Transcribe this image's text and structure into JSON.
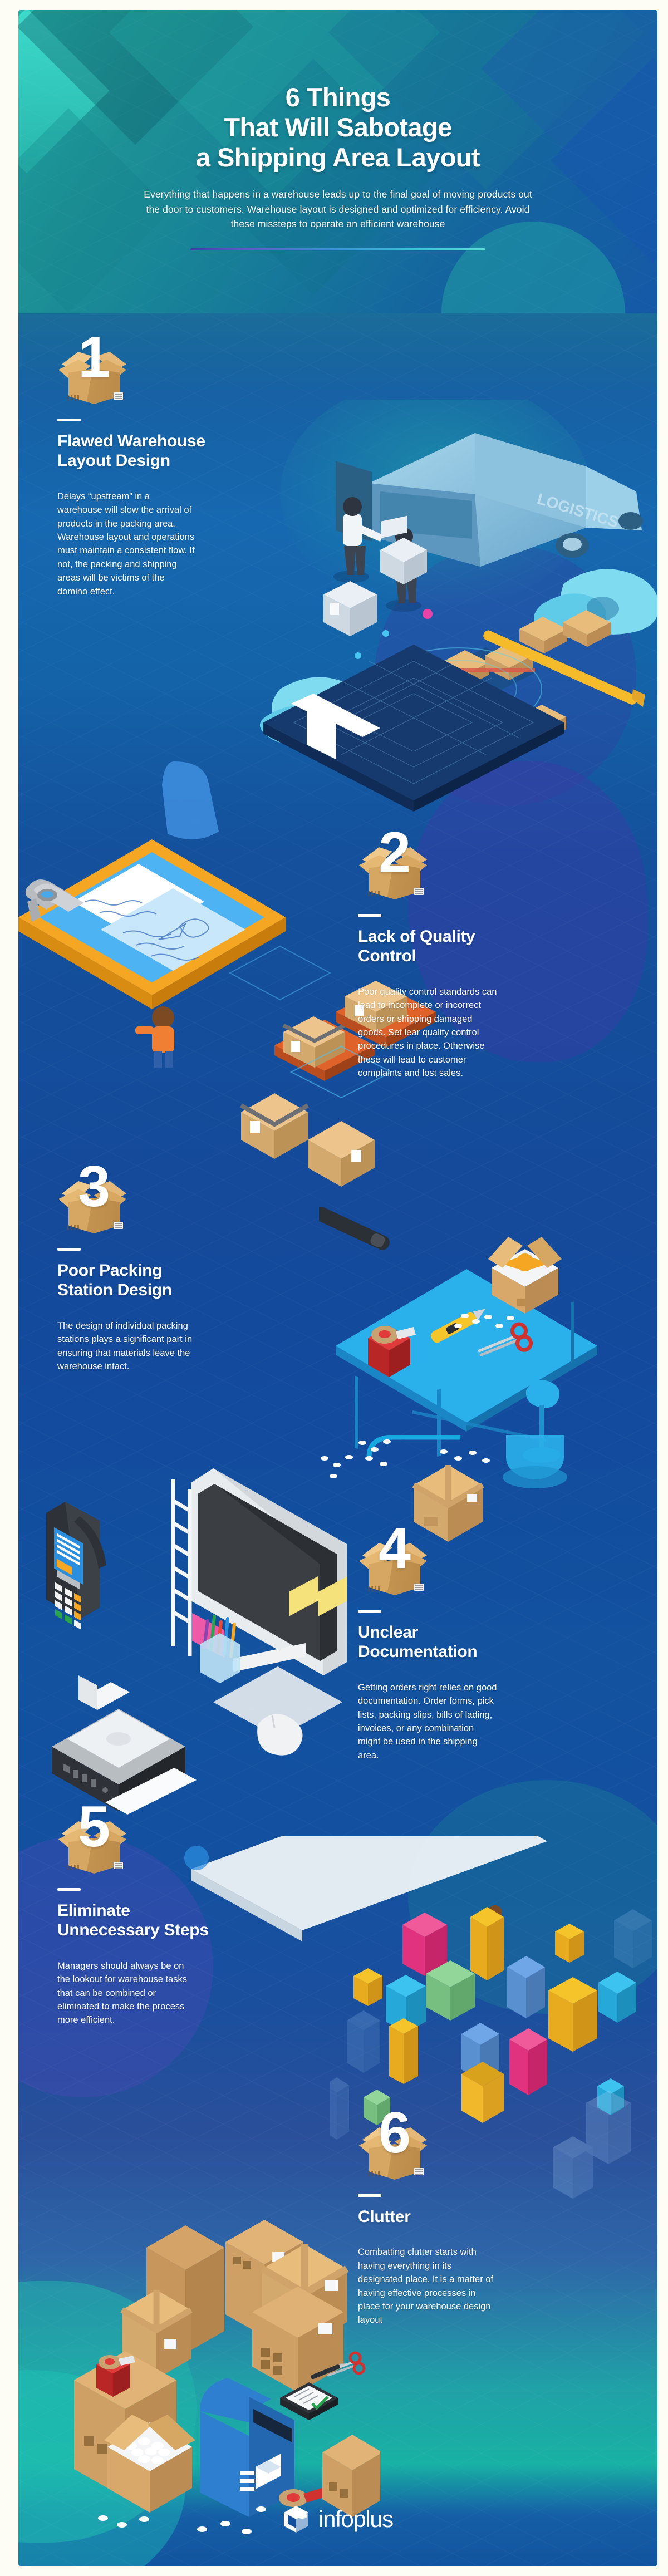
{
  "header": {
    "title_line1": "6 Things",
    "title_line2": "That Will Sabotage",
    "title_line3": "a Shipping Area Layout",
    "subtitle": "Everything that happens in a warehouse leads up to the final goal of moving products out the door to customers. Warehouse layout is designed and optimized for efficiency. Avoid these missteps to operate an efficient warehouse"
  },
  "sections": [
    {
      "number": "1",
      "heading": "Flawed Warehouse Layout Design",
      "body": "Delays “upstream” in a warehouse will slow the arrival of products in the packing area. Warehouse layout and operations must maintain a consistent flow. If not, the packing and shipping areas will be victims of the domino effect.",
      "illustration": "warehouse-delivery-van-scene",
      "van_label": "LOGISTICS"
    },
    {
      "number": "2",
      "heading": "Lack of Quality Control",
      "body": "Poor quality control standards can lead to incomplete or incorrect orders or shipping damaged goods. Set lear quality control procedures in place. Otherwise  these will lead to customer complaints and lost sales.",
      "illustration": "clipboard-signature-scene"
    },
    {
      "number": "3",
      "heading": "Poor Packing Station Design",
      "body": "The design of individual packing stations plays a significant part in ensuring that materials leave the warehouse intact.",
      "illustration": "packing-station-table-scene"
    },
    {
      "number": "4",
      "heading": "Unclear Documentation",
      "body": "Getting orders right relies on good documentation. Order forms, pick lists, packing slips, bills of lading, invoices, or any combination might be used in the shipping area.",
      "illustration": "monitor-printer-scanner-scene"
    },
    {
      "number": "5",
      "heading": "Eliminate Unnecessary Steps",
      "body": "Managers should always be on the lookout for warehouse tasks that can be combined or eliminated to make the process more efficient.",
      "illustration": "tetris-blocks-scene"
    },
    {
      "number": "6",
      "heading": "Clutter",
      "body": "Combatting clutter starts with having everything in its designated place. It is a matter of having effective processes in place for your warehouse design layout",
      "illustration": "cluttered-boxes-mailbox-scene"
    }
  ],
  "footer": {
    "brand": "infoplus",
    "logo_icon": "hexagon-box-icon"
  },
  "colors": {
    "teal_top": "#27b7ac",
    "blue_mid": "#14509c",
    "deep_blue": "#123f86",
    "purple_accent": "#3b3a9e",
    "cardboard": "#d6a762",
    "cardboard_light": "#e8bd7c",
    "accent_yellow": "#f5b62a",
    "accent_pink": "#ec3e7d",
    "accent_green": "#8dd089",
    "accent_cyan": "#27b4e8",
    "white": "#ffffff"
  }
}
